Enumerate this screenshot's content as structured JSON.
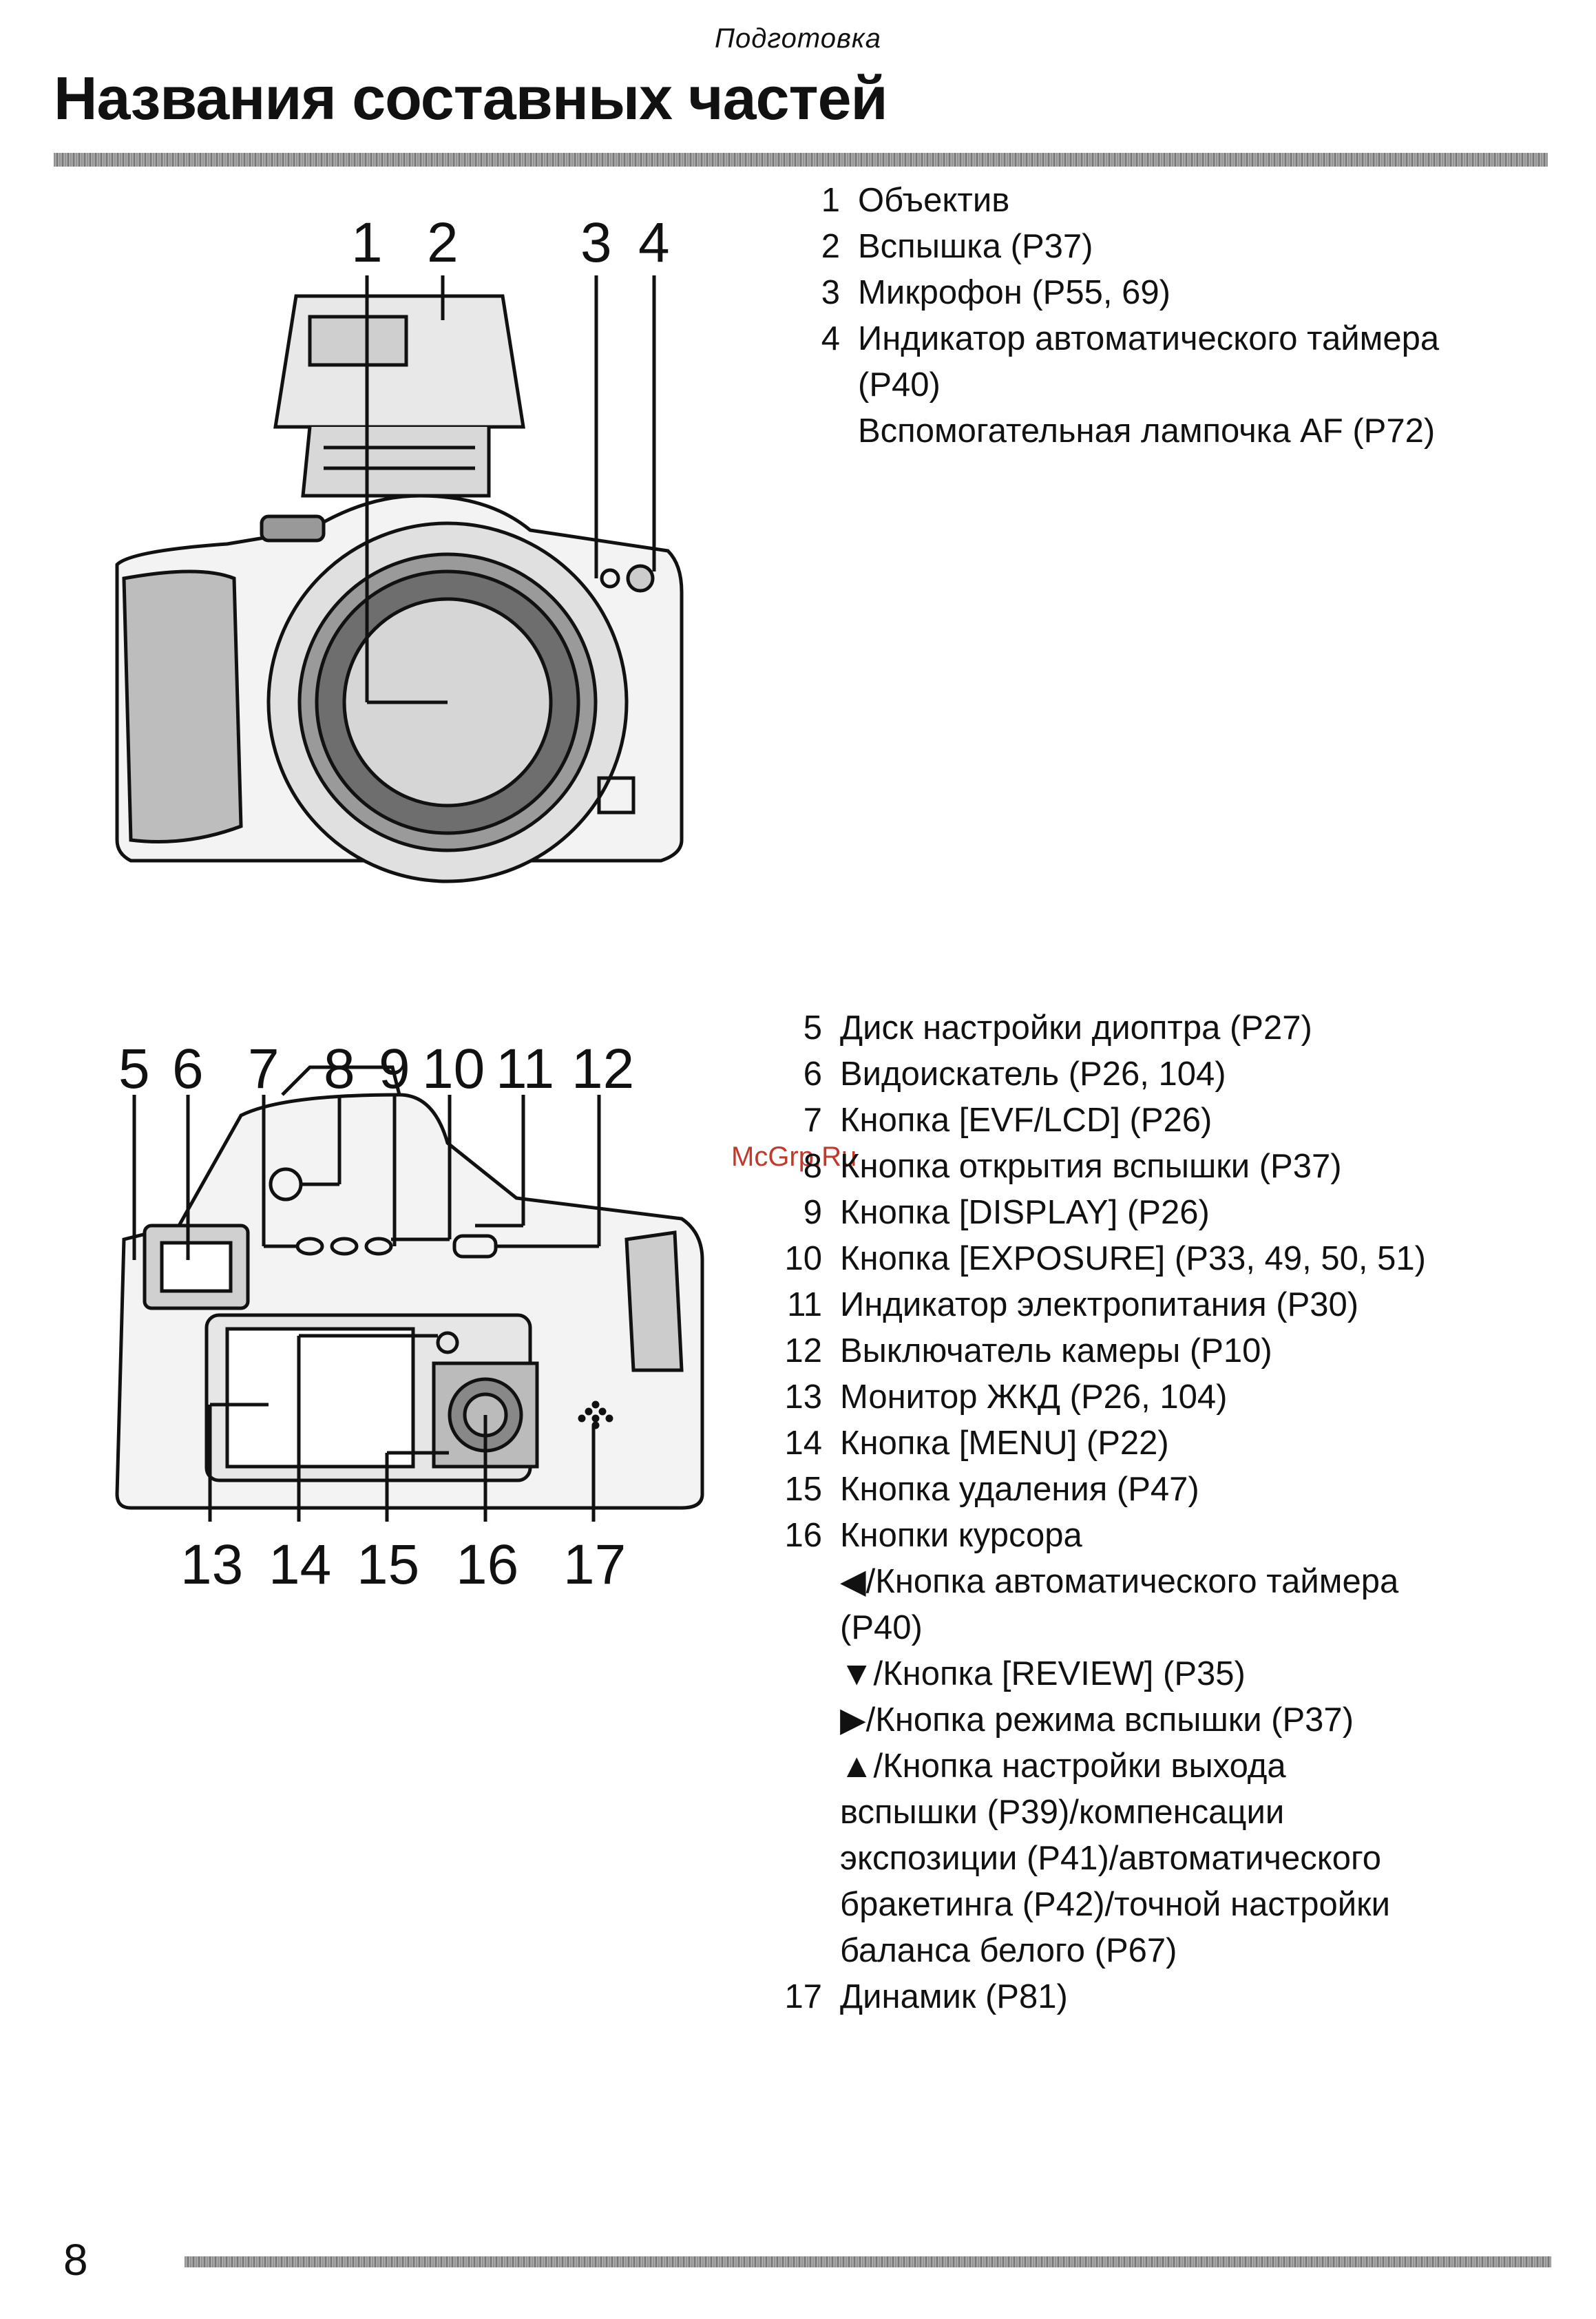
{
  "header": {
    "section": "Подготовка",
    "title": "Названия составных частей"
  },
  "front_labels": [
    "1",
    "2",
    "3",
    "4"
  ],
  "back_labels_top": [
    "5",
    "6",
    "7",
    "8",
    "9",
    "10",
    "11",
    "12"
  ],
  "back_labels_bottom": [
    "13",
    "14",
    "15",
    "16",
    "17"
  ],
  "parts_front": [
    {
      "num": "1",
      "text": "Объектив"
    },
    {
      "num": "2",
      "text": "Вспышка (P37)"
    },
    {
      "num": "3",
      "text": "Микрофон (P55, 69)"
    },
    {
      "num": "4",
      "text": "Индикатор автоматического таймера",
      "lines": [
        "(P40)",
        "Вспомогательная лампочка AF (P72)"
      ]
    }
  ],
  "parts_back": [
    {
      "num": "5",
      "text": "Диск настройки диоптра (P27)"
    },
    {
      "num": "6",
      "text": "Видоискатель (P26, 104)"
    },
    {
      "num": "7",
      "text": "Кнопка [EVF/LCD] (P26)"
    },
    {
      "num": "8",
      "text": "Кнопка открытия вспышки (P37)"
    },
    {
      "num": "9",
      "text": "Кнопка [DISPLAY] (P26)"
    },
    {
      "num": "10",
      "text": "Кнопка [EXPOSURE] (P33, 49, 50, 51)"
    },
    {
      "num": "11",
      "text": "Индикатор электропитания (P30)"
    },
    {
      "num": "12",
      "text": "Выключатель камеры (P10)"
    },
    {
      "num": "13",
      "text": "Монитор ЖКД (P26, 104)"
    },
    {
      "num": "14",
      "text": "Кнопка [MENU] (P22)"
    },
    {
      "num": "15",
      "text": "Кнопка удаления (P47)"
    },
    {
      "num": "16",
      "text": "Кнопки курсора",
      "lines": [
        "◀/Кнопка автоматического таймера",
        "(P40)",
        "▼/Кнопка [REVIEW] (P35)",
        "▶/Кнопка режима вспышки (P37)",
        "▲/Кнопка настройки выхода",
        "вспышки (P39)/компенсации",
        "экспозиции (P41)/автоматического",
        "бракетинга (P42)/точной настройки",
        "баланса белого (P67)"
      ]
    },
    {
      "num": "17",
      "text": "Динамик (P81)"
    }
  ],
  "watermark": "McGrp.Ru",
  "page_number": "8"
}
